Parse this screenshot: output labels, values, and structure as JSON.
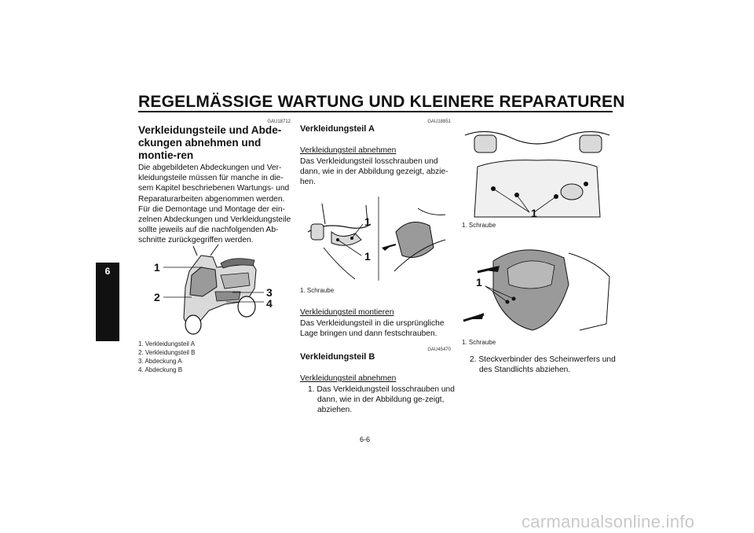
{
  "header": {
    "title": "REGELMÄSSIGE WARTUNG UND KLEINERE REPARATUREN",
    "chapter": "6"
  },
  "col1": {
    "code": "GAU18712",
    "heading": "Verkleidungsteile und Abde-ckungen abnehmen und montie-ren",
    "body": "Die abgebildeten Abdeckungen und Ver-kleidungsteile müssen für manche in die-sem Kapitel beschriebenen Wartungs- und Reparaturarbeiten abgenommen werden. Für die Demontage und Montage der ein-zelnen Abdeckungen und Verkleidungsteile sollte jeweils auf die nachfolgenden Ab-schnitte zurückgegriffen werden.",
    "figure_callouts": [
      "1",
      "2",
      "3",
      "4"
    ],
    "captions": [
      "1.  Verkleidungsteil A",
      "2.  Verkleidungsteil B",
      "3.  Abdeckung A",
      "4.  Abdeckung B"
    ]
  },
  "col2": {
    "code1": "GAU18851",
    "heading1": "Verkleidungsteil A",
    "sub1": "Verkleidungsteil abnehmen",
    "body1": "Das Verkleidungsteil losschrauben und dann, wie in der Abbildung gezeigt, abzie-hen.",
    "figure_callouts": [
      "1",
      "1"
    ],
    "caption1": "1.  Schraube",
    "sub2": "Verkleidungsteil montieren",
    "body2": "Das Verkleidungsteil in die ursprüngliche Lage bringen und dann festschrauben.",
    "code2": "GAU45470",
    "heading2": "Verkleidungsteil B",
    "sub3": "Verkleidungsteil abnehmen",
    "step1": "1.  Das Verkleidungsteil losschrauben und dann, wie in der Abbildung ge-zeigt, abziehen."
  },
  "col3": {
    "figure1_callout": "1",
    "caption1": "1.  Schraube",
    "figure2_callout": "1",
    "caption2": "1.  Schraube",
    "step2": "2.  Steckverbinder des Scheinwerfers und des Standlichts abziehen."
  },
  "footer": {
    "page": "6-6"
  },
  "watermark": "carmanualsonline.info"
}
